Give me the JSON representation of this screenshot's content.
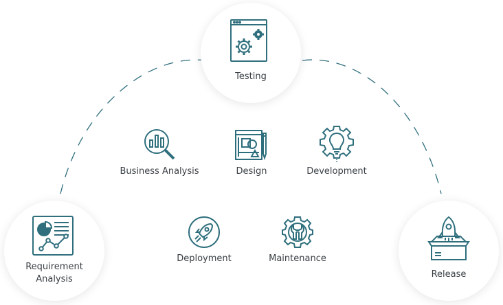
{
  "diagram": {
    "stages": {
      "requirement": {
        "line1": "Requirement",
        "line2": "Analysis",
        "icon": "report-chart-icon"
      },
      "testing": {
        "label": "Testing",
        "icon": "browser-gears-icon"
      },
      "release": {
        "label": "Release",
        "icon": "rocket-box-icon"
      }
    },
    "items": {
      "business_analysis": {
        "label": "Business Analysis",
        "icon": "magnify-chart-icon"
      },
      "design": {
        "label": "Design",
        "icon": "blueprint-icon"
      },
      "development": {
        "label": "Development",
        "icon": "gear-bulb-icon"
      },
      "deployment": {
        "label": "Deployment",
        "icon": "rocket-icon"
      },
      "maintenance": {
        "label": "Maintenance",
        "icon": "gear-wrench-icon"
      }
    }
  },
  "colors": {
    "icon_stroke": "#2f6f7d",
    "text": "#3a3f44",
    "arc": "#2f6f7d"
  }
}
